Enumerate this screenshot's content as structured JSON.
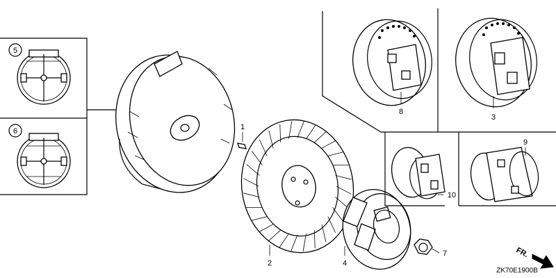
{
  "callouts": {
    "c1": "1",
    "c2": "2",
    "c3": "3",
    "c4": "4",
    "c5": "5",
    "c6": "6",
    "c7": "7",
    "c8": "8",
    "c9": "9",
    "c10": "10"
  },
  "direction_label": "FR.",
  "diagram_code": "ZK70E1900B"
}
